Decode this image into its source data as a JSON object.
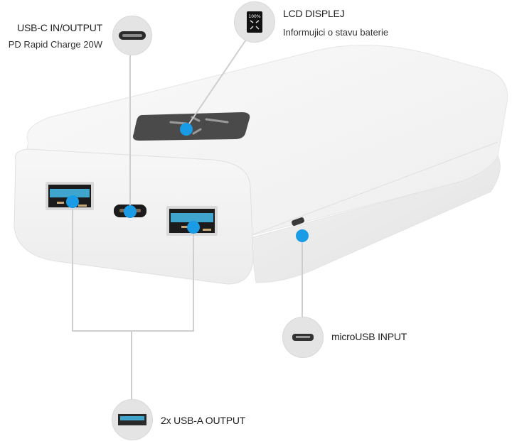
{
  "callouts": {
    "usb_c": {
      "title": "USB-C IN/OUTPUT",
      "subtitle": "PD Rapid Charge 20W",
      "icon": "usb-c-port-icon"
    },
    "lcd": {
      "title": "LCD DISPLEJ",
      "subtitle": "Informujici o stavu baterie",
      "icon": "lcd-display-icon",
      "display_value": "100%"
    },
    "micro_usb": {
      "title": "microUSB INPUT",
      "icon": "micro-usb-port-icon"
    },
    "usb_a": {
      "title": "2x USB-A OUTPUT",
      "icon": "usb-a-port-icon"
    }
  },
  "colors": {
    "accent_dot": "#1a9be6",
    "leader_line": "#cfcfcf",
    "bubble_bg": "#e4e4e4",
    "device_body": "#f4f4f4",
    "usb_a_blue": "#3fa5cc",
    "lcd_panel": "#4a4a4a"
  }
}
